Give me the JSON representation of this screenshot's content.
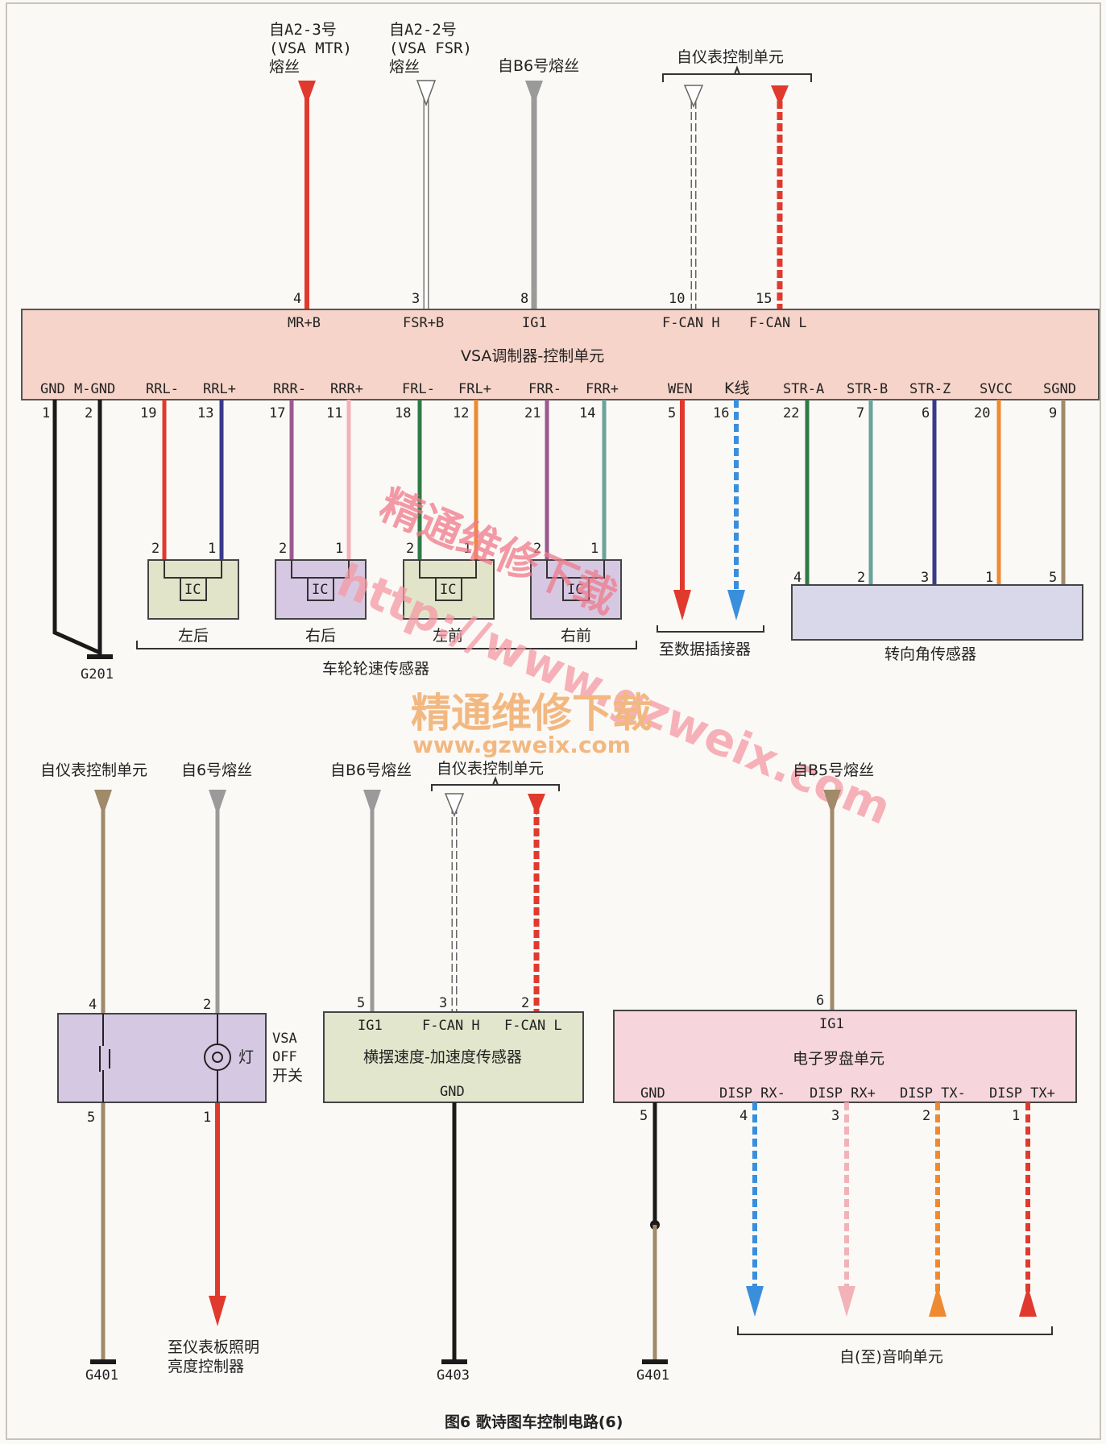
{
  "colors": {
    "red": "#e03a2e",
    "gray": "#9a9a9a",
    "white": "#ffffff",
    "black": "#1a1a1a",
    "blue": "#3a8fdc",
    "purple": "#9a5a8e",
    "darkblue": "#3a3a8a",
    "pink": "#f2b2b8",
    "green": "#2f7a46",
    "orange": "#ee8a32",
    "teal": "#6aa39a",
    "brown": "#a08a6a",
    "vsa_box": "#f7d4c9",
    "sensor_green": "#e1e4c8",
    "sensor_purple": "#d6c8e2",
    "steer_box": "#d8d8ea",
    "yaw_box": "#e2e6cc",
    "switch_box": "#d4c8e2",
    "compass_box": "#f6d6dc"
  },
  "top": {
    "sources": {
      "a23_line1": "自A2-3号",
      "a23_line2": "(VSA MTR)",
      "a23_line3": "熔丝",
      "a22_line1": "自A2-2号",
      "a22_line2": "(VSA FSR)",
      "a22_line3": "熔丝",
      "b6": "自B6号熔丝",
      "meter": "自仪表控制单元"
    },
    "vsa_unit": {
      "title": "VSA调制器-控制单元",
      "top_pins": [
        {
          "num": "4",
          "label": "MR+B"
        },
        {
          "num": "3",
          "label": "FSR+B"
        },
        {
          "num": "8",
          "label": "IG1"
        },
        {
          "num": "10",
          "label": "F-CAN H"
        },
        {
          "num": "15",
          "label": "F-CAN L"
        }
      ],
      "bottom_pins": [
        {
          "label": "GND",
          "num": "1"
        },
        {
          "label": "M-GND",
          "num": "2"
        },
        {
          "label": "RRL-",
          "num": "19"
        },
        {
          "label": "RRL+",
          "num": "13"
        },
        {
          "label": "RRR-",
          "num": "17"
        },
        {
          "label": "RRR+",
          "num": "11"
        },
        {
          "label": "FRL-",
          "num": "18"
        },
        {
          "label": "FRL+",
          "num": "12"
        },
        {
          "label": "FRR-",
          "num": "21"
        },
        {
          "label": "FRR+",
          "num": "14"
        },
        {
          "label": "WEN",
          "num": "5"
        },
        {
          "label": "K线",
          "num": "16"
        },
        {
          "label": "STR-A",
          "num": "22"
        },
        {
          "label": "STR-B",
          "num": "7"
        },
        {
          "label": "STR-Z",
          "num": "6"
        },
        {
          "label": "SVCC",
          "num": "20"
        },
        {
          "label": "SGND",
          "num": "9"
        }
      ]
    },
    "wheel_sensors": [
      {
        "name": "左后",
        "pin_a": "2",
        "pin_b": "1",
        "chip": "IC"
      },
      {
        "name": "右后",
        "pin_a": "2",
        "pin_b": "1",
        "chip": "IC"
      },
      {
        "name": "左前",
        "pin_a": "2",
        "pin_b": "1",
        "chip": "IC"
      },
      {
        "name": "右前",
        "pin_a": "2",
        "pin_b": "1",
        "chip": "IC"
      }
    ],
    "wheel_group_label": "车轮轮速传感器",
    "dlc_label": "至数据插接器",
    "steer_sensor": {
      "label": "转向角传感器",
      "pins": [
        "4",
        "2",
        "3",
        "1",
        "5"
      ]
    },
    "ground": "G201"
  },
  "watermark": {
    "line1": "精通维修下载",
    "line2": "http://www.gzweix.com",
    "logo_cn": "精通维修下载",
    "logo_url": "www.gzweix.com"
  },
  "bottom": {
    "switch_block": {
      "src_meter": "自仪表控制单元",
      "src_fuse": "自6号熔丝",
      "pin_tl": "4",
      "pin_tr": "2",
      "pin_bl": "5",
      "pin_br": "1",
      "lamp": "灯",
      "label_1": "VSA",
      "label_2": "OFF",
      "label_3": "开关",
      "dest_1": "至仪表板照明",
      "dest_2": "亮度控制器",
      "ground": "G401"
    },
    "yaw_block": {
      "src_fuse": "自B6号熔丝",
      "src_meter": "自仪表控制单元",
      "pins": [
        {
          "num": "5",
          "label": "IG1"
        },
        {
          "num": "3",
          "label": "F-CAN H"
        },
        {
          "num": "2",
          "label": "F-CAN L"
        }
      ],
      "title": "横摆速度-加速度传感器",
      "gnd": "GND",
      "ground": "G403"
    },
    "compass_block": {
      "src_fuse": "自B5号熔丝",
      "top_pin_num": "6",
      "top_pin_label": "IG1",
      "title": "电子罗盘单元",
      "bottom_pins": [
        {
          "label": "GND",
          "num": "5"
        },
        {
          "label": "DISP RX-",
          "num": "4"
        },
        {
          "label": "DISP RX+",
          "num": "3"
        },
        {
          "label": "DISP TX-",
          "num": "2"
        },
        {
          "label": "DISP TX+",
          "num": "1"
        }
      ],
      "audio_label": "自(至)音响单元",
      "ground": "G401"
    }
  },
  "caption": "图6 歌诗图车控制电路(6)"
}
